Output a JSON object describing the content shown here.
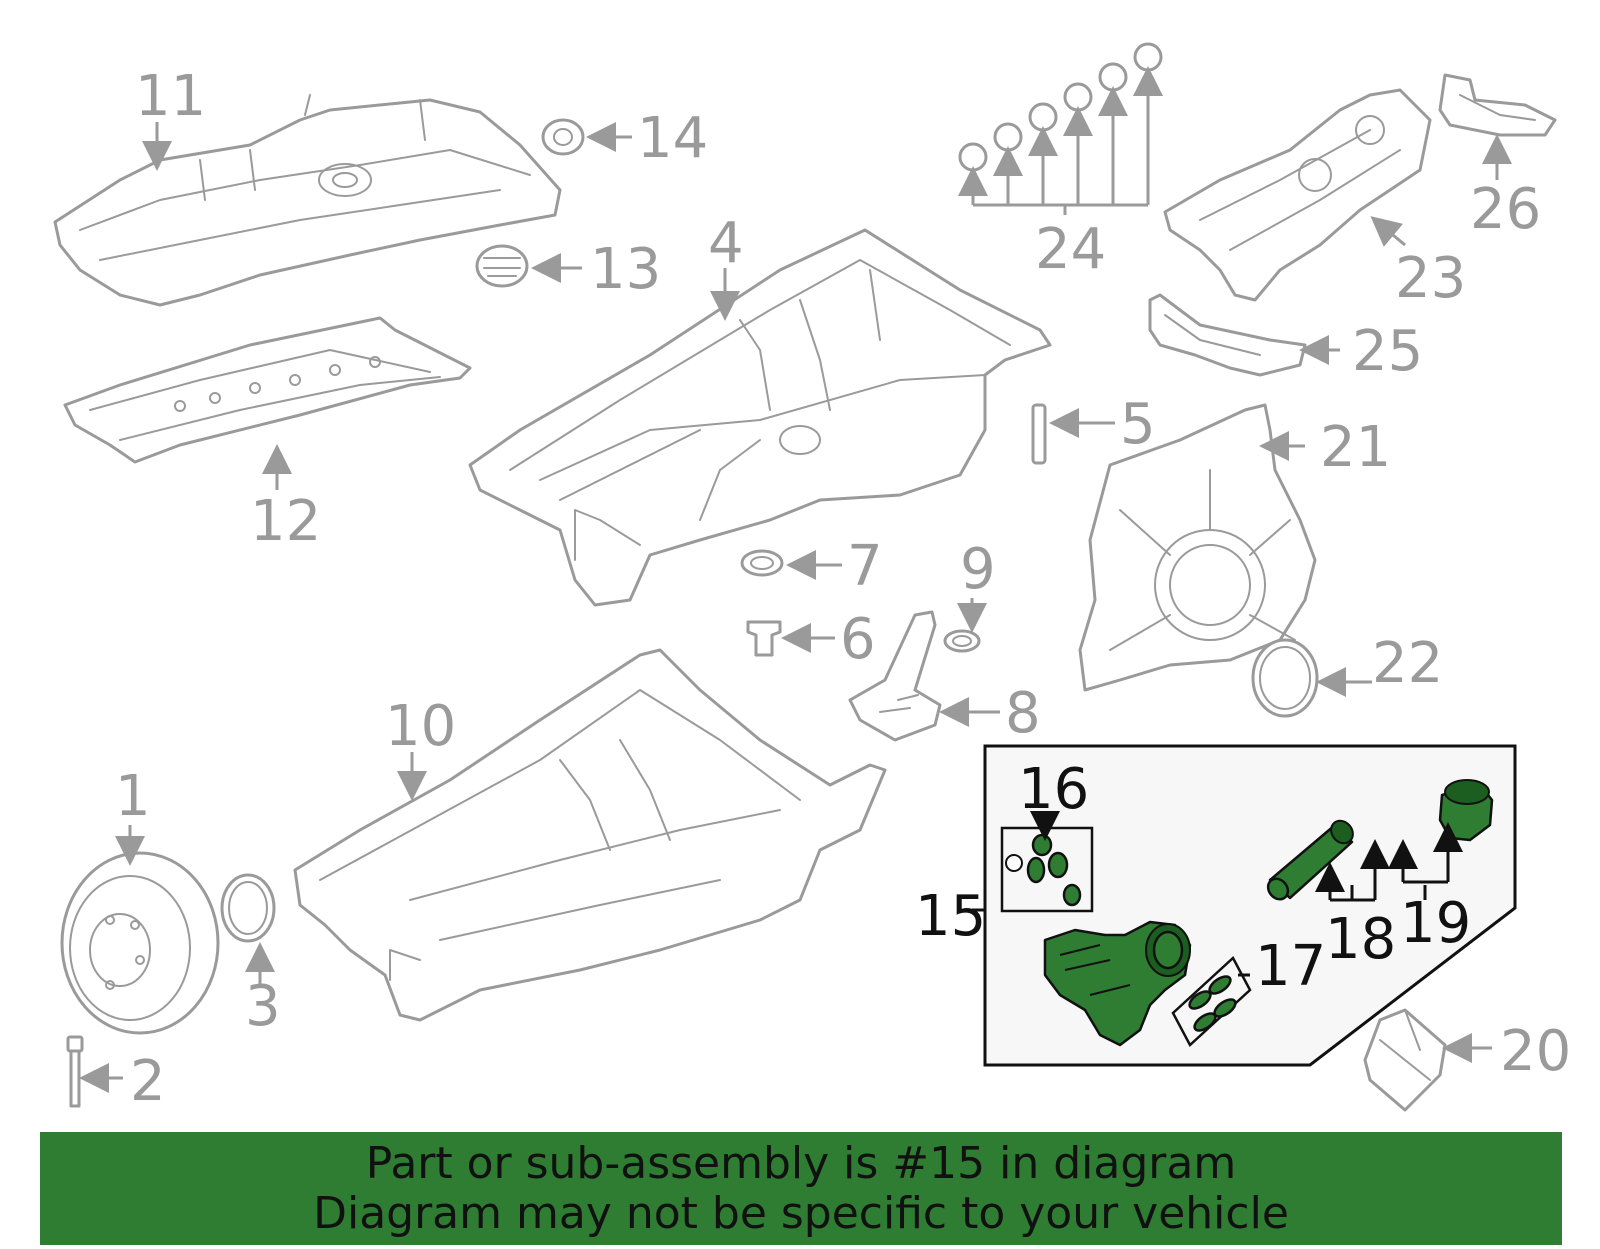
{
  "callouts": {
    "c1": "1",
    "c2": "2",
    "c3": "3",
    "c4": "4",
    "c5": "5",
    "c6": "6",
    "c7": "7",
    "c8": "8",
    "c9": "9",
    "c10": "10",
    "c11": "11",
    "c12": "12",
    "c13": "13",
    "c14": "14",
    "c15": "15",
    "c16": "16",
    "c17": "17",
    "c18": "18",
    "c19": "19",
    "c20": "20",
    "c21": "21",
    "c22": "22",
    "c23": "23",
    "c24": "24",
    "c25": "25",
    "c26": "26"
  },
  "colors": {
    "line_gray": "#9a9a9a",
    "highlight_green": "#2e7d32",
    "inset_background": "#f7f7f7",
    "footer_background": "#2e7d32"
  },
  "footer": {
    "line1": "Part or sub-assembly is #15 in diagram",
    "line2": "Diagram may not be specific to your vehicle"
  }
}
